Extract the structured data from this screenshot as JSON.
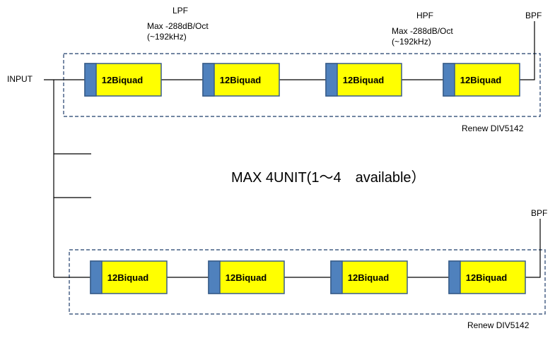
{
  "input_label": "INPUT",
  "lpf": {
    "title": "LPF",
    "line1": "Max -288dB/Oct",
    "line2": "(~192kHz)"
  },
  "hpf": {
    "title": "HPF",
    "line1": "Max -288dB/Oct",
    "line2": "(~192kHz)"
  },
  "bpf_top": "BPF",
  "bpf_bottom": "BPF",
  "renew_top": "Renew DIV5142",
  "renew_bottom": "Renew DIV5142",
  "center_text": "MAX 4UNIT(1～4　available）",
  "unit_top": [
    "12Biquad",
    "12Biquad",
    "12Biquad",
    "12Biquad"
  ],
  "unit_bottom": [
    "12Biquad",
    "12Biquad",
    "12Biquad",
    "12Biquad"
  ],
  "colors": {
    "block_fill": "#ffff00",
    "block_tab": "#4f81bd",
    "block_border": "#385d8a",
    "dashed_border": "#1f3d6b",
    "wire": "#000000"
  }
}
